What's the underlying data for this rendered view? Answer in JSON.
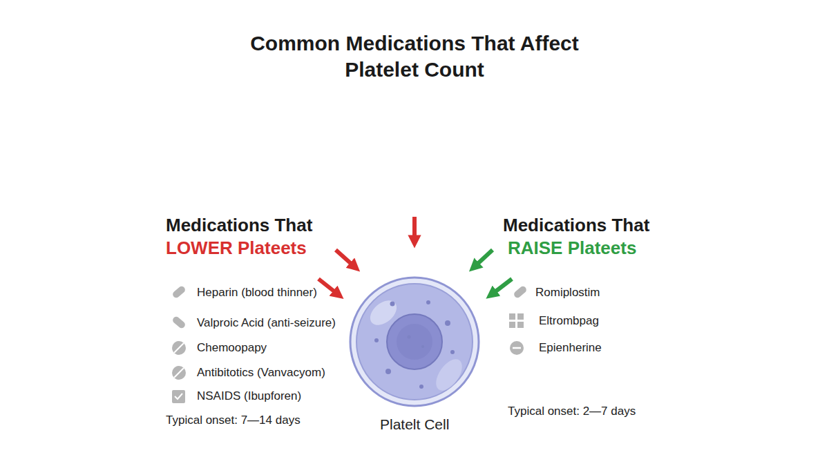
{
  "diagram": {
    "title": "Common Medications That Affect Platelet Count",
    "nodes": [
      {
        "text": [
          "Platelt Cell"
        ]
      }
    ],
    "labels": [
      "Medications That",
      "LOWER Plateets",
      "Heparin (blood thinner)",
      "Valproic Acid (anti-seizure)",
      "Chemoopapy",
      "Antibitotics (Vanvacyom)",
      "NSAIDS (Ibupforen)",
      "Typical onset: 7—14 days",
      "Medications That",
      "RAISE Plateets",
      "Romiplostim",
      "Eltrombpag",
      "Epienherine",
      "Typical onset: 2—7 days"
    ]
  }
}
